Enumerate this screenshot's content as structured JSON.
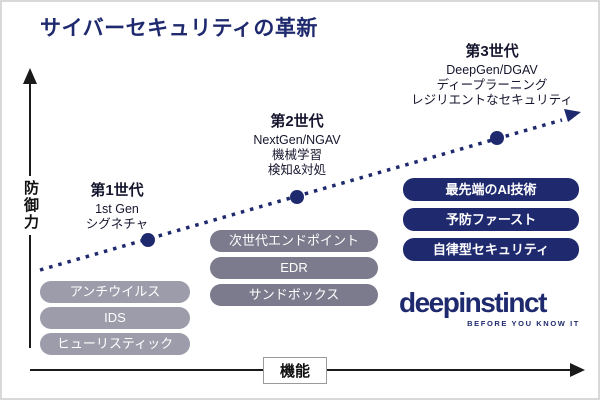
{
  "title": "サイバーセキュリティの革新",
  "axes": {
    "y_label": "防御力",
    "x_label": "機能"
  },
  "generations": [
    {
      "heading": "第1世代",
      "sub": [
        "1st Gen",
        "シグネチャ"
      ],
      "items": [
        "アンチウイルス",
        "IDS",
        "ヒューリスティック"
      ]
    },
    {
      "heading": "第2世代",
      "sub": [
        "NextGen/NGAV",
        "機械学習",
        "検知&対処"
      ],
      "items": [
        "次世代エンドポイント",
        "EDR",
        "サンドボックス"
      ]
    },
    {
      "heading": "第3世代",
      "sub": [
        "DeepGen/DGAV",
        "ディープラーニング",
        "レジリエントなセキュリティ"
      ],
      "items": [
        "最先端のAI技術",
        "予防ファースト",
        "自律型セキュリティ"
      ]
    }
  ],
  "logo": {
    "text": "deepinstinct",
    "tagline": "BEFORE YOU KNOW IT"
  },
  "colors": {
    "navy": "#1f2a6e",
    "gen1_item_bg": "#9c9caa",
    "gen2_item_bg": "#7b7b8d",
    "gen3_item_bg": "#1f2a6e",
    "item_text": "#ffffff",
    "axis": "#1a1a1a"
  }
}
